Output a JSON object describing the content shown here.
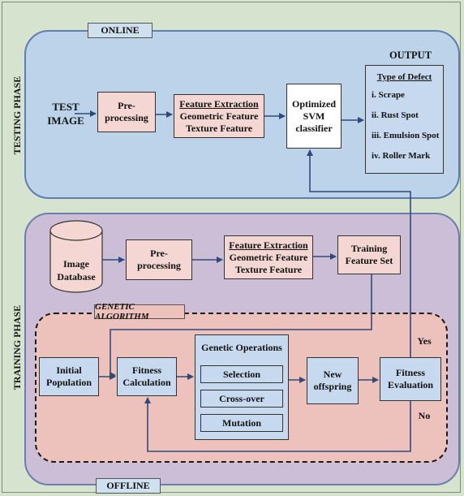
{
  "testing_phase": {
    "side_label": "TESTING PHASE",
    "tag": "ONLINE",
    "test_image": [
      "TEST",
      "IMAGE"
    ],
    "preprocessing": [
      "Pre-",
      "processing"
    ],
    "feature_extraction": {
      "title": "Feature Extraction",
      "lines": [
        "Geometric Feature",
        "Texture Feature"
      ]
    },
    "classifier": [
      "Optimized",
      "SVM",
      "classifier"
    ],
    "output": {
      "heading": "OUTPUT",
      "title": "Type of Defect",
      "items": [
        "i. Scrape",
        "ii. Rust Spot",
        "iii. Emulsion Spot",
        "iv. Roller Mark"
      ]
    }
  },
  "training_phase": {
    "side_label": "TRAINING PHASE",
    "tag": "OFFLINE",
    "database": [
      "Image",
      "Database"
    ],
    "preprocessing": [
      "Pre-",
      "processing"
    ],
    "feature_extraction": {
      "title": "Feature Extraction",
      "lines": [
        "Geometric Feature",
        "Texture Feature"
      ]
    },
    "training_set": [
      "Training",
      "Feature Set"
    ]
  },
  "genetic_algorithm": {
    "label": "GENETIC ALGORITHM",
    "initial_population": [
      "Initial",
      "Population"
    ],
    "fitness_calculation": [
      "Fitness",
      "Calculation"
    ],
    "operations": {
      "title": "Genetic Operations",
      "items": [
        "Selection",
        "Cross-over",
        "Mutation"
      ]
    },
    "new_offspring": [
      "New",
      "offspring"
    ],
    "fitness_evaluation": [
      "Fitness",
      "Evaluation"
    ],
    "yes_label": "Yes",
    "no_label": "No"
  },
  "colors": {
    "background": "#d6e3cf",
    "online_region": "#bcd3ea",
    "offline_region": "#cdbed8",
    "ga_region": "#edc2bd",
    "arrow": "#2f4a78"
  }
}
